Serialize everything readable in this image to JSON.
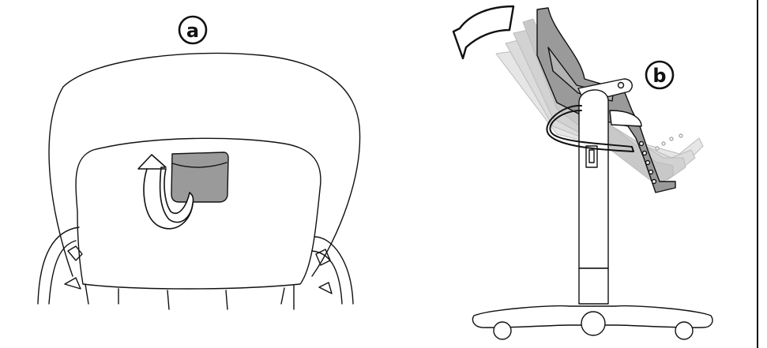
{
  "panels": [
    {
      "id": "a",
      "label": "a"
    },
    {
      "id": "b",
      "label": "b"
    }
  ],
  "colors": {
    "line": "#111111",
    "fill_dark": "#9a9a9a",
    "fill_mid": "#bdbdbd",
    "fill_light": "#d9d9d9",
    "paper": "#ffffff"
  },
  "icons": [
    "rotate-arrow-icon",
    "tilt-arrow-icon"
  ]
}
